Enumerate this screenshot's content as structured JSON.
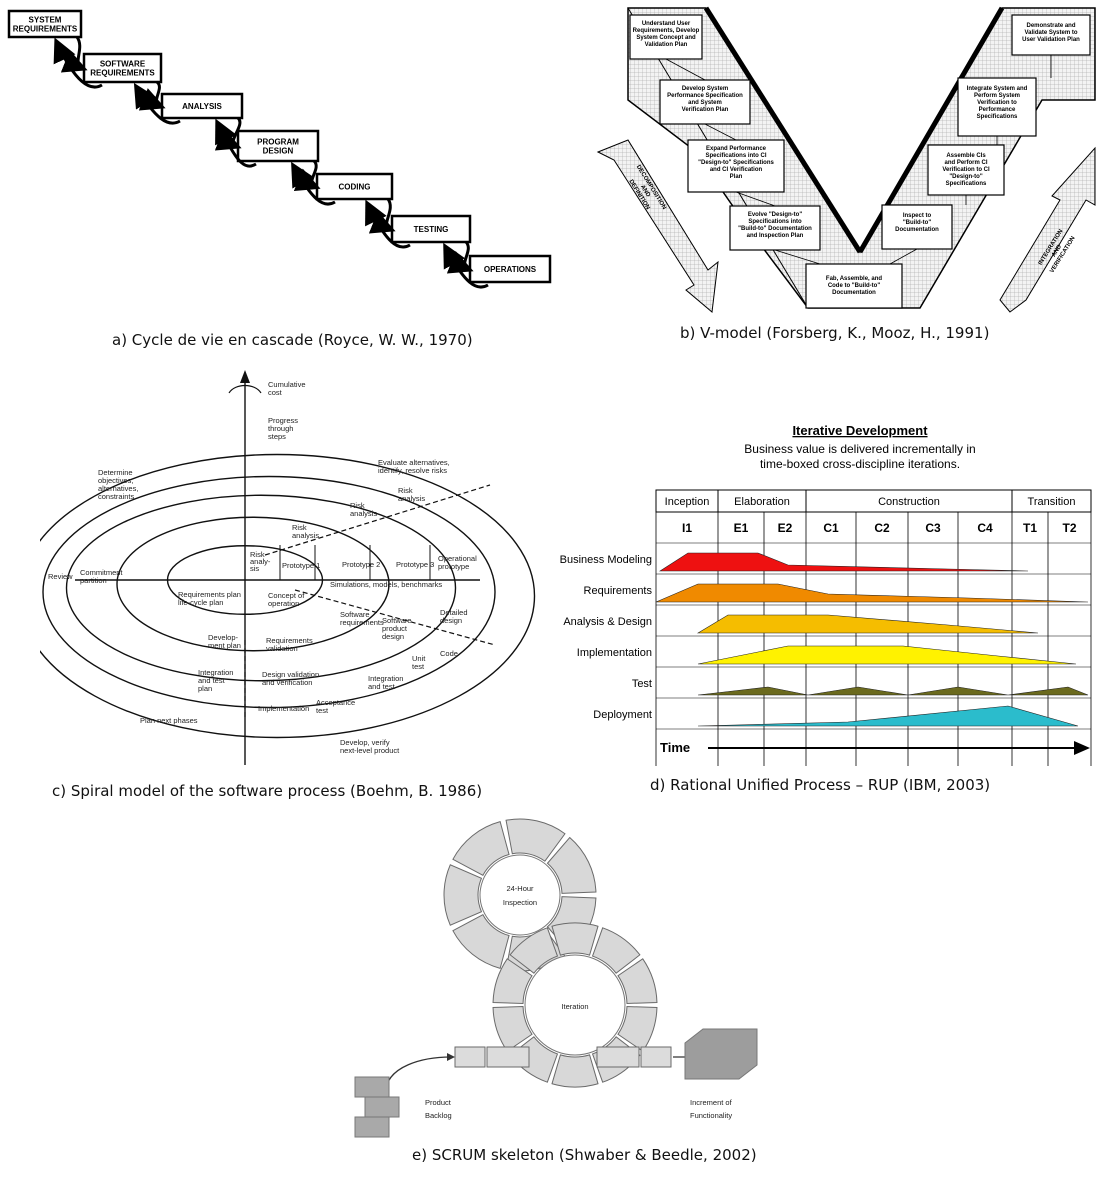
{
  "captions": {
    "a": "a) Cycle de vie en cascade (Royce, W. W., 1970)",
    "b": "b) V-model (Forsberg, K., Mooz, H., 1991)",
    "c": "c) Spiral model of the software process (Boehm, B. 1986)",
    "d": "d) Rational Unified Process – RUP (IBM, 2003)",
    "e": "e) SCRUM skeleton (Shwaber & Beedle, 2002)"
  },
  "waterfall": {
    "steps": [
      [
        "SYSTEM",
        "REQUIREMENTS"
      ],
      [
        "SOFTWARE",
        "REQUIREMENTS"
      ],
      [
        "ANALYSIS"
      ],
      [
        "PROGRAM",
        "DESIGN"
      ],
      [
        "CODING"
      ],
      [
        "TESTING"
      ],
      [
        "OPERATIONS"
      ]
    ]
  },
  "vmodel": {
    "left_boxes": [
      [
        "Understand User",
        "Requirements, Develop",
        "System Concept and",
        "Validation Plan"
      ],
      [
        "Develop System",
        "Performance Specification",
        "and System",
        "Verification Plan"
      ],
      [
        "Expand Performance",
        "Specifications into CI",
        "\"Design-to\" Specifications",
        "and CI Verification",
        "Plan"
      ],
      [
        "Evolve \"Design-to\"",
        "Specifications into",
        "\"Build-to\" Documentation",
        "and Inspection Plan"
      ]
    ],
    "bottom_box": [
      "Fab, Assemble, and",
      "Code to \"Build-to\"",
      "Documentation"
    ],
    "right_boxes": [
      [
        "Demonstrate and",
        "Validate System to",
        "User Validation Plan"
      ],
      [
        "Integrate System and",
        "Perform System",
        "Verification to",
        "Performance",
        "Specifications"
      ],
      [
        "Assemble CIs",
        "and Perform CI",
        "Verification to CI",
        "\"Design-to\"",
        "Specifications"
      ],
      [
        "Inspect to",
        "\"Build-to\"",
        "Documentation"
      ]
    ],
    "left_arrow": [
      "DECOMPOSITION",
      "AND",
      "DEFINITION"
    ],
    "right_arrow": [
      "INTEGRATION",
      "AND",
      "VERIFICATION"
    ]
  },
  "spiral": {
    "axis_labels": {
      "cumulative_cost": [
        "Cumulative",
        "cost"
      ],
      "progress": [
        "Progress",
        "through",
        "steps"
      ],
      "review": "Review",
      "commitment": [
        "Commitment",
        "partition"
      ]
    },
    "quadrants": {
      "q2": [
        "Determine",
        "objectives,",
        "alternatives,",
        "constraints"
      ],
      "q1": [
        "Evaluate alternatives,",
        "identify, resolve risks"
      ],
      "q3": "Plan next phases",
      "q4": [
        "Develop, verify",
        "next-level product"
      ]
    },
    "labels": {
      "risk_analysis": [
        "Risk",
        "analysis"
      ],
      "risk_anal": [
        "Risk",
        "analy-",
        "sis"
      ],
      "prototype1": "Prototype 1",
      "prototype2": "Prototype 2",
      "prototype3": "Prototype 3",
      "operational": [
        "Operational",
        "prototype"
      ],
      "simulations": "Simulations, models, benchmarks",
      "req_plan": [
        "Requirements plan",
        "life-cycle plan"
      ],
      "concept": [
        "Concept of",
        "operation"
      ],
      "sw_req": [
        "Software",
        "requirements"
      ],
      "sw_design": [
        "Software",
        "product",
        "design"
      ],
      "detailed_design": [
        "Detailed",
        "design"
      ],
      "dev_plan": [
        "Develop-",
        "ment plan"
      ],
      "req_valid": [
        "Requirements",
        "validation"
      ],
      "code": "Code",
      "unit_test": [
        "Unit",
        "test"
      ],
      "integration_plan": [
        "Integration",
        "and test",
        "plan"
      ],
      "design_valid": [
        "Design validation",
        "and verification"
      ],
      "integration_test": [
        "Integration",
        "and test"
      ],
      "implementation": "Implementation",
      "acceptance": [
        "Acceptance",
        "test"
      ]
    }
  },
  "rup": {
    "title": "Iterative Development",
    "subtitle": [
      "Business value is delivered incrementally in",
      "time-boxed cross-discipline iterations."
    ],
    "phases": [
      "Inception",
      "Elaboration",
      "Construction",
      "Transition"
    ],
    "iterations": [
      "I1",
      "E1",
      "E2",
      "C1",
      "C2",
      "C3",
      "C4",
      "T1",
      "T2"
    ],
    "disciplines": [
      "Business Modeling",
      "Requirements",
      "Analysis & Design",
      "Implementation",
      "Test",
      "Deployment"
    ],
    "colors": [
      "#ee1111",
      "#f08a00",
      "#f5bd00",
      "#fff200",
      "#6b6a1e",
      "#2bbccc"
    ],
    "time_label": "Time"
  },
  "scrum": {
    "inspection": [
      "24-Hour",
      "Inspection"
    ],
    "iteration": "Iteration",
    "backlog": [
      "Product",
      "Backlog"
    ],
    "increment": [
      "Increment of",
      "Functionality"
    ]
  }
}
